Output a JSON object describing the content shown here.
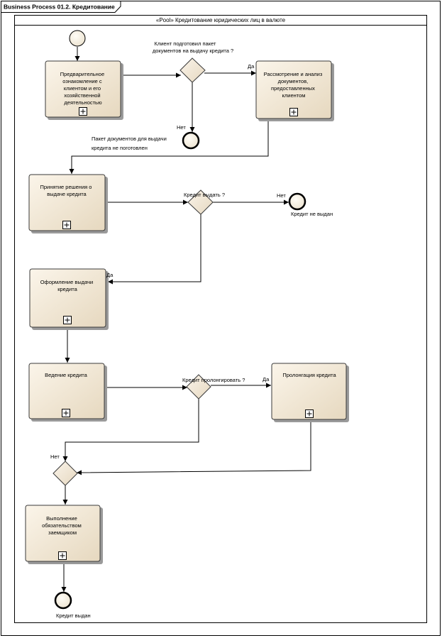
{
  "diagram": {
    "frame_title": "Business Process 01.2. Кредитование",
    "pool_title": "«Pool» Кредитование юридических лиц в валюте"
  },
  "tasks": {
    "preliminary": [
      "Предварительное",
      "ознакомление с",
      "клиентом и его",
      "хозяйственной",
      "деятельностью"
    ],
    "review": [
      "Рассмотрение и анализ",
      "документов,",
      "предоставленных",
      "клиентом"
    ],
    "decision": [
      "Принятие решения о",
      "выдаче кредита"
    ],
    "issue": [
      "Оформление выдачи",
      "кредита"
    ],
    "management": [
      "Ведение кредита"
    ],
    "prolongation": [
      "Пролонгация кредита"
    ],
    "obligations": [
      "Выполнение",
      "обязательством",
      "заемщиком"
    ]
  },
  "gateways": {
    "docs_ready": [
      "Клиент подготовил пакет",
      "документов на выдачу кредита ?"
    ],
    "issue_credit": "Кредит выдать ?",
    "prolong": "Кредит пролонгировать ?"
  },
  "labels": {
    "yes": "Да",
    "no": "Нет",
    "docs_not_ready": [
      "Пакет документов для выдачи",
      "кредита  не поготовлен"
    ],
    "credit_not_issued": "Кредит не выдан",
    "credit_issued": "Кредит выдан"
  }
}
